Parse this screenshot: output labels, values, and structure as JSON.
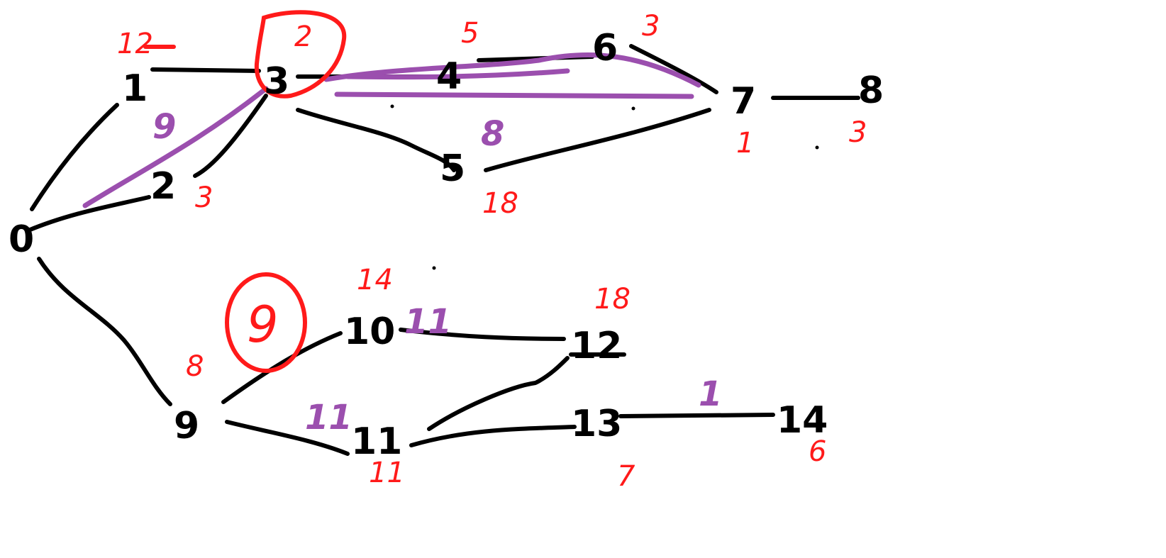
{
  "colors": {
    "edge": "#000000",
    "red_annotation": "#ff1a1a",
    "purple_annotation": "#9b4fae",
    "background": "#ffffff"
  },
  "nodes": {
    "n0": "0",
    "n1": "1",
    "n2": "2",
    "n3": "3",
    "n4": "4",
    "n5": "5",
    "n6": "6",
    "n7": "7",
    "n8": "8",
    "n9": "9",
    "n10": "10",
    "n11": "11",
    "n12": "12",
    "n13": "13",
    "n14": "14"
  },
  "red_labels": {
    "n1": "12",
    "n2": "3",
    "n3": "2",
    "n4": "5",
    "n5": "18",
    "n6": "3",
    "n7": "1",
    "n8": "3",
    "n9": "8",
    "n10": "14",
    "n11": "11",
    "n12": "18",
    "n13": "7",
    "n14": "6",
    "circled": "9"
  },
  "purple_labels": {
    "edge_0_3": "9",
    "edge_5": "8",
    "edge_10_12": "11",
    "edge_9_11": "11",
    "edge_13_14": "1"
  }
}
